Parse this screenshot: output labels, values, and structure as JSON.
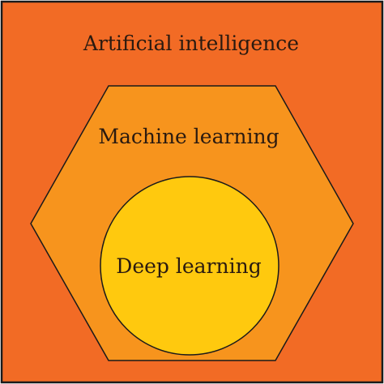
{
  "colors": {
    "outer_fill": "#f26b25",
    "hexagon_fill": "#f7941d",
    "circle_fill": "#ffc90e",
    "stroke": "#1a1a1a",
    "text": "#2a1a10"
  },
  "layers": {
    "outer": {
      "label": "Artificial intelligence"
    },
    "middle": {
      "label": "Machine learning"
    },
    "inner": {
      "label": "Deep learning"
    }
  }
}
